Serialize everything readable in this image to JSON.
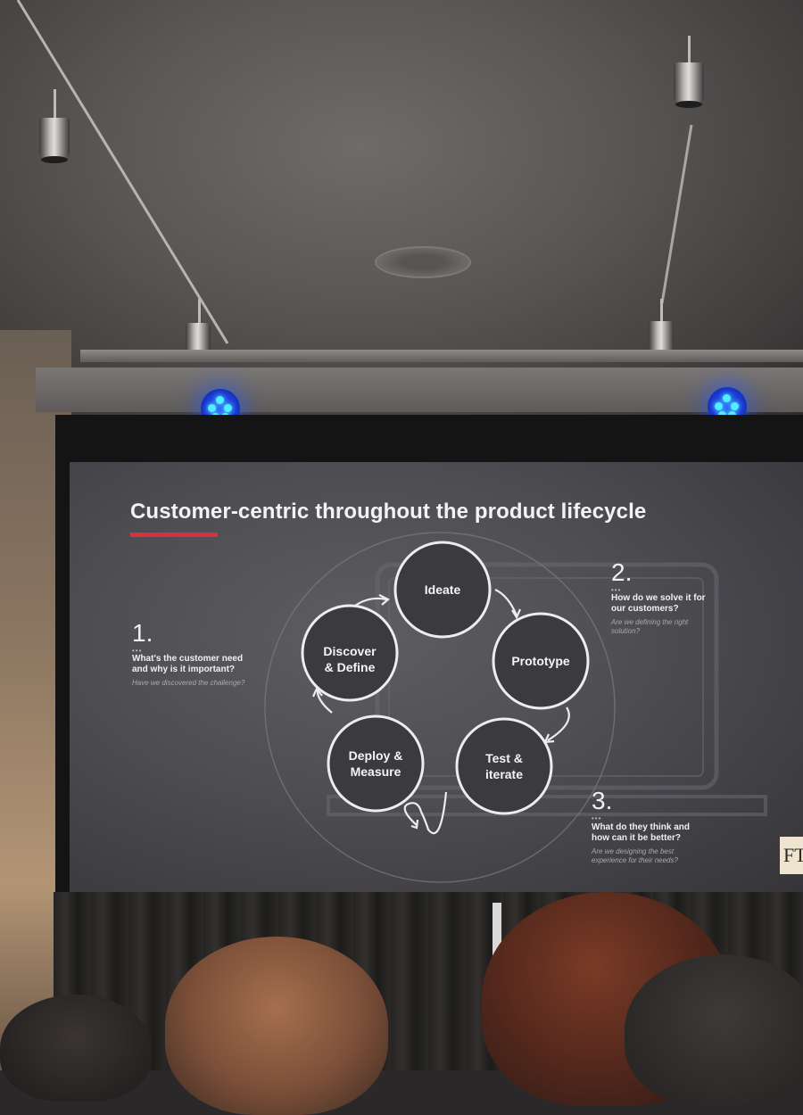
{
  "slide": {
    "title": "Customer-centric throughout the product lifecycle",
    "nodes": [
      {
        "label": "Ideate"
      },
      {
        "label": "Prototype"
      },
      {
        "label": "Test &\niterate"
      },
      {
        "label": "Deploy &\nMeasure"
      },
      {
        "label": "Discover\n& Define"
      }
    ],
    "steps": [
      {
        "number": "1.",
        "question": "What's the customer need\nand why is it important?",
        "subtext": "Have we discovered the challenge?"
      },
      {
        "number": "2.",
        "question": "How do we solve it for\nour customers?",
        "subtext": "Are we defining the right\nsolution?"
      },
      {
        "number": "3.",
        "question": "What do they think and\nhow can it be better?",
        "subtext": "Are we designing the best\nexperience for their needs?"
      }
    ],
    "logo_text": "FT",
    "accent_color": "#d8313b"
  }
}
